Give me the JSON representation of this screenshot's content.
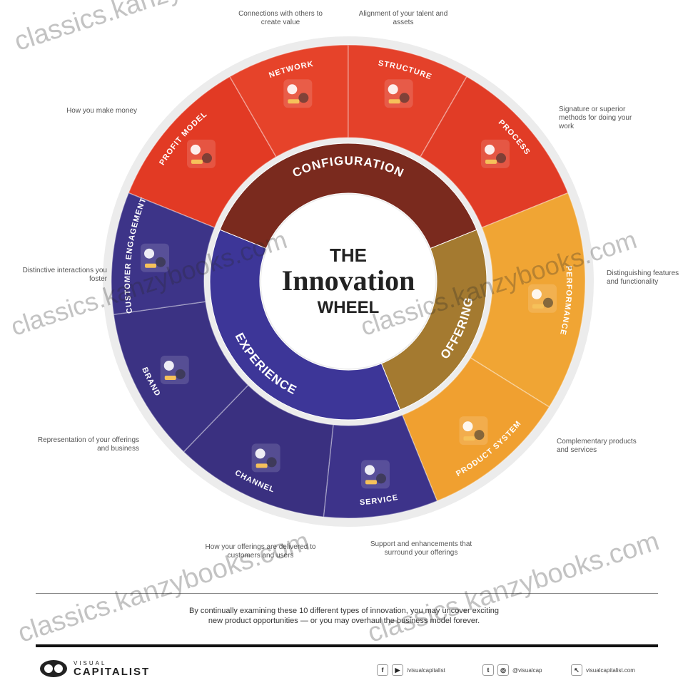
{
  "wheel": {
    "title_top": "THE",
    "title_main": "Innovation",
    "title_bottom": "WHEEL",
    "colors": {
      "configuration": "#e03c25",
      "offering": "#f0a030",
      "experience": "#3b3283",
      "configuration_inner": "#7a2a1e",
      "offering_inner": "#a47a30",
      "experience_inner": "#3d3698"
    },
    "categories": [
      {
        "label": "CONFIGURATION",
        "color": "configuration"
      },
      {
        "label": "OFFERING",
        "color": "offering"
      },
      {
        "label": "EXPERIENCE",
        "color": "experience"
      }
    ],
    "segments": [
      {
        "label": "PROFIT MODEL",
        "icon": "gears-money-icon"
      },
      {
        "label": "NETWORK",
        "icon": "network-people-icon"
      },
      {
        "label": "STRUCTURE",
        "icon": "puzzle-icon"
      },
      {
        "label": "PROCESS",
        "icon": "machine-gears-icon"
      },
      {
        "label": "PERFORMANCE",
        "icon": "rocket-icon"
      },
      {
        "label": "PRODUCT SYSTEM",
        "icon": "hands-gear-icon"
      },
      {
        "label": "SERVICE",
        "icon": "service-hand-icon"
      },
      {
        "label": "CHANNEL",
        "icon": "computer-icon"
      },
      {
        "label": "BRAND",
        "icon": "trophy-icon"
      },
      {
        "label": "CUSTOMER ENGAGEMENT",
        "icon": "presenter-icon"
      }
    ]
  },
  "notes": {
    "profit_model": "How you make money",
    "network": "Connections with others to create value",
    "structure": "Alignment of your talent and assets",
    "process": "Signature or superior methods for doing your work",
    "performance": "Distinguishing features and functionality",
    "product_system": "Complementary products and services",
    "service": "Support and enhancements that surround your offerings",
    "channel": "How your offerings are delivered to customers and users",
    "brand": "Representation of your offerings and business",
    "customer_engagement": "Distinctive interactions you foster"
  },
  "footer": {
    "text_line1": "By continually examining these 10 different types of innovation, you may uncover exciting",
    "text_line2": "new product opportunities — or you may overhaul the business model forever."
  },
  "logo": {
    "top": "VISUAL",
    "bottom": "CAPITALIST"
  },
  "social": [
    {
      "icon": "facebook-icon",
      "glyph": "f",
      "label": ""
    },
    {
      "icon": "youtube-icon",
      "glyph": "▶",
      "label": "/visualcapitalist"
    },
    {
      "icon": "twitter-icon",
      "glyph": "t",
      "label": ""
    },
    {
      "icon": "instagram-icon",
      "glyph": "◎",
      "label": "@visualcap"
    },
    {
      "icon": "website-icon",
      "glyph": "↖",
      "label": "visualcapitalist.com"
    }
  ],
  "watermark": "classics.kanzybooks.com"
}
